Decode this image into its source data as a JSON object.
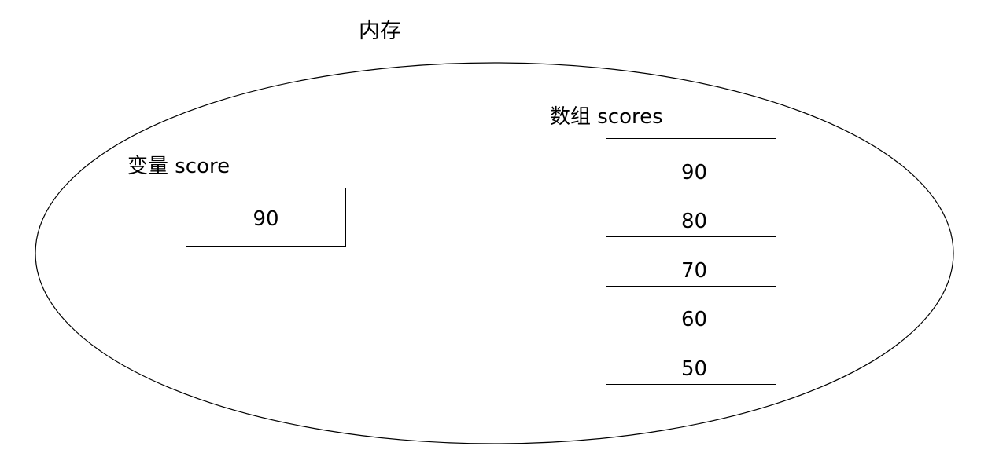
{
  "diagram": {
    "title": "内存",
    "background_color": "#ffffff",
    "stroke_color": "#000000",
    "text_color": "#000000"
  },
  "memory_region": {
    "shape": "ellipse",
    "label": "内存"
  },
  "variable": {
    "label": "变量 score",
    "name": "score",
    "value": "90"
  },
  "array": {
    "label": "数组 scores",
    "name": "scores",
    "cells": [
      {
        "value": "90"
      },
      {
        "value": "80"
      },
      {
        "value": "70"
      },
      {
        "value": "60"
      },
      {
        "value": "50"
      }
    ]
  }
}
